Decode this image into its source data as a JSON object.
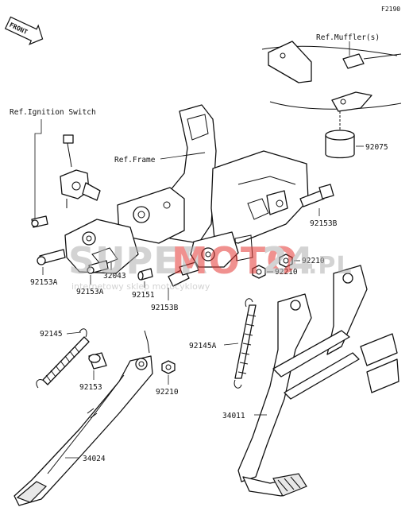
{
  "diagram_code": "F2190",
  "front_badge": "FRONT",
  "references": {
    "muffler": "Ref.Muffler(s)",
    "ignition_switch": "Ref.Ignition Switch",
    "frame": "Ref.Frame"
  },
  "part_numbers": {
    "p92075": "92075",
    "p92153B_upper": "92153B",
    "p92210_a": "92210",
    "p92210_b": "92210",
    "p92153A_left": "92153A",
    "p32043": "32043",
    "p92153A_mid": "92153A",
    "p92151": "92151",
    "p92153B_lower": "92153B",
    "p92145": "92145",
    "p92145A": "92145A",
    "p92153": "92153",
    "p92210_c": "92210",
    "p34011": "34011",
    "p34024": "34024"
  },
  "watermark": {
    "brand_left": "SUPER",
    "brand_mid": "MOTO",
    "brand_right": "24",
    "brand_tld": ".PL",
    "tagline": "internetowy sklep motocyklowy",
    "color_red": "#e53935",
    "color_grey": "#b0b0b0"
  }
}
